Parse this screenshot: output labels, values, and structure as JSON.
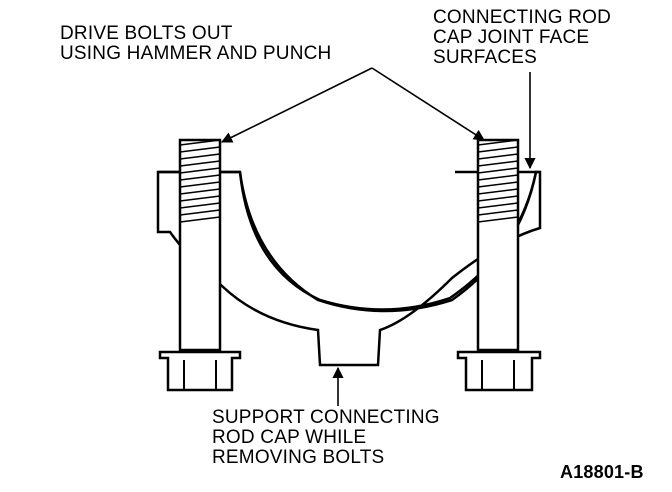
{
  "labels": {
    "drive_bolts": [
      "DRIVE BOLTS OUT",
      "USING HAMMER AND PUNCH"
    ],
    "joint_face": [
      "CONNECTING ROD",
      "CAP JOINT FACE",
      "SURFACES"
    ],
    "support": [
      "SUPPORT CONNECTING",
      "ROD CAP WHILE",
      "REMOVING BOLTS"
    ],
    "figure_code": "A18801-B"
  },
  "colors": {
    "ink": "#000000",
    "paper": "#ffffff"
  }
}
